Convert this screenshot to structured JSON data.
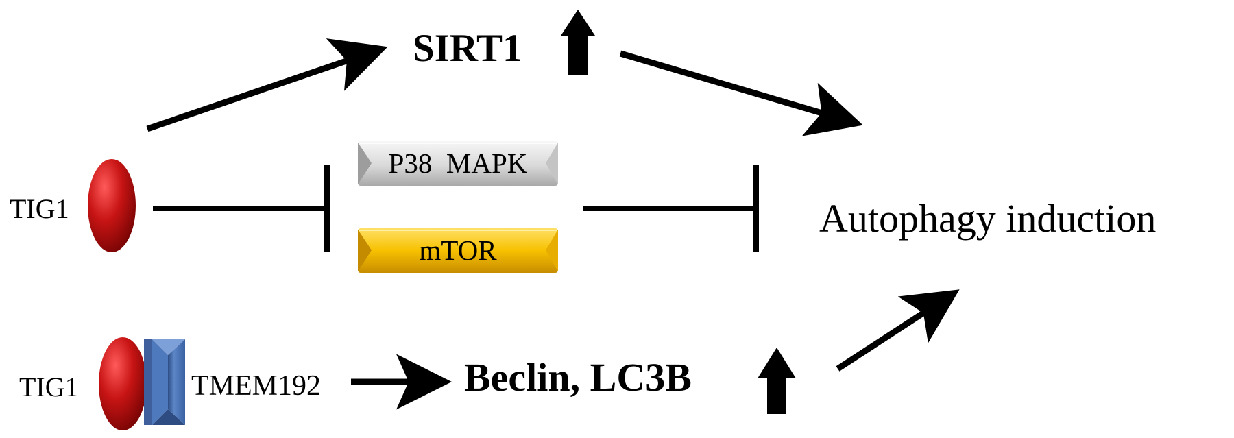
{
  "nodes": {
    "sirt1": "SIRT1",
    "tig1_top": "TIG1",
    "p38_mapk": "P38  MAPK",
    "mtor": "mTOR",
    "autophagy": "Autophagy induction",
    "tig1_bottom": "TIG1",
    "tmem192": "TMEM192",
    "beclin_lc3b": "Beclin, LC3B"
  },
  "colors": {
    "tig1_red": "#b30f0f",
    "tmem192_blue": "#4a74b4",
    "p38_gray": "#d4d4d4",
    "mtor_yellow": "#f2b800",
    "line": "#000000"
  },
  "icons": {
    "sirt1_up": "up-arrow-icon",
    "beclin_up": "up-arrow-icon"
  }
}
